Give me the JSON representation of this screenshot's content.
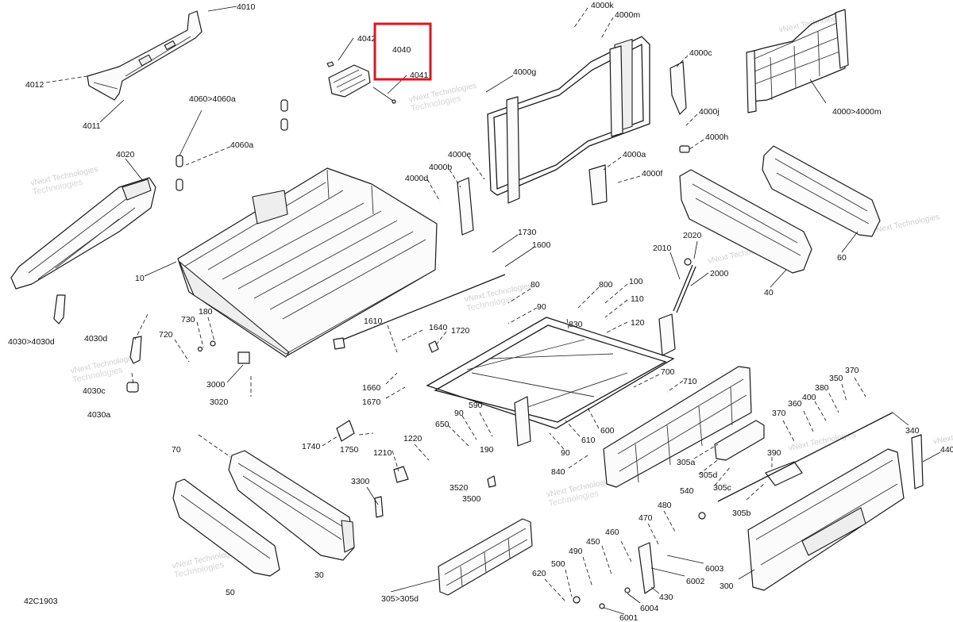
{
  "page_code": "42C1903",
  "watermark": {
    "line1": "vNext",
    "line2": "Technologies",
    "combined": "vNext Technologies"
  },
  "highlight": {
    "label": "4040",
    "color": "#e0141e"
  },
  "callouts": [
    {
      "id": "c4010",
      "text": "4010"
    },
    {
      "id": "c4012",
      "text": "4012"
    },
    {
      "id": "c4011",
      "text": "4011"
    },
    {
      "id": "c4042",
      "text": "4042"
    },
    {
      "id": "c4040",
      "text": "4040"
    },
    {
      "id": "c4041",
      "text": "4041"
    },
    {
      "id": "c4060a",
      "text": "4060>4060a"
    },
    {
      "id": "c4060a2",
      "text": "4060a"
    },
    {
      "id": "c4020",
      "text": "4020"
    },
    {
      "id": "c10",
      "text": "10"
    },
    {
      "id": "c4030d",
      "text": "4030>4030d"
    },
    {
      "id": "c4030d2",
      "text": "4030d"
    },
    {
      "id": "c4030c",
      "text": "4030c"
    },
    {
      "id": "c4030a",
      "text": "4030a"
    },
    {
      "id": "c730",
      "text": "730"
    },
    {
      "id": "c180",
      "text": "180"
    },
    {
      "id": "c720",
      "text": "720"
    },
    {
      "id": "c3000",
      "text": "3000"
    },
    {
      "id": "c3020",
      "text": "3020"
    },
    {
      "id": "c70",
      "text": "70"
    },
    {
      "id": "c30",
      "text": "30"
    },
    {
      "id": "c50",
      "text": "50"
    },
    {
      "id": "c1740",
      "text": "1740"
    },
    {
      "id": "c1750",
      "text": "1750"
    },
    {
      "id": "c1210",
      "text": "1210"
    },
    {
      "id": "c1220",
      "text": "1220"
    },
    {
      "id": "c3300",
      "text": "3300"
    },
    {
      "id": "c3520",
      "text": "3520"
    },
    {
      "id": "c3500",
      "text": "3500"
    },
    {
      "id": "c650",
      "text": "650"
    },
    {
      "id": "c90a",
      "text": "90"
    },
    {
      "id": "c590",
      "text": "590"
    },
    {
      "id": "c190",
      "text": "190"
    },
    {
      "id": "c1610",
      "text": "1610"
    },
    {
      "id": "c1640",
      "text": "1640"
    },
    {
      "id": "c1720",
      "text": "1720"
    },
    {
      "id": "c1660",
      "text": "1660"
    },
    {
      "id": "c1670",
      "text": "1670"
    },
    {
      "id": "c1730",
      "text": "1730"
    },
    {
      "id": "c1600",
      "text": "1600"
    },
    {
      "id": "c80",
      "text": "80"
    },
    {
      "id": "c90b",
      "text": "90"
    },
    {
      "id": "c800",
      "text": "800"
    },
    {
      "id": "c830",
      "text": "830"
    },
    {
      "id": "c100",
      "text": "100"
    },
    {
      "id": "c110",
      "text": "110"
    },
    {
      "id": "c120",
      "text": "120"
    },
    {
      "id": "c4000d",
      "text": "4000d"
    },
    {
      "id": "c4000b",
      "text": "4000b"
    },
    {
      "id": "c4000e",
      "text": "4000e"
    },
    {
      "id": "c4000g",
      "text": "4000g"
    },
    {
      "id": "c4000k",
      "text": "4000k"
    },
    {
      "id": "c4000m",
      "text": "4000m"
    },
    {
      "id": "c4000c",
      "text": "4000c"
    },
    {
      "id": "c4000j",
      "text": "4000j"
    },
    {
      "id": "c4000h",
      "text": "4000h"
    },
    {
      "id": "c4000a",
      "text": "4000a"
    },
    {
      "id": "c4000f",
      "text": "4000f"
    },
    {
      "id": "c4000m2",
      "text": "4000>4000m"
    },
    {
      "id": "c60",
      "text": "60"
    },
    {
      "id": "c40",
      "text": "40"
    },
    {
      "id": "c2020",
      "text": "2020"
    },
    {
      "id": "c2010",
      "text": "2010"
    },
    {
      "id": "c2000",
      "text": "2000"
    },
    {
      "id": "c700",
      "text": "700"
    },
    {
      "id": "c710",
      "text": "710"
    },
    {
      "id": "c600",
      "text": "600"
    },
    {
      "id": "c610",
      "text": "610"
    },
    {
      "id": "c90c",
      "text": "90"
    },
    {
      "id": "c840",
      "text": "840"
    },
    {
      "id": "c305a",
      "text": "305a"
    },
    {
      "id": "c305d",
      "text": "305d"
    },
    {
      "id": "c305c",
      "text": "305c"
    },
    {
      "id": "c305b",
      "text": "305b"
    },
    {
      "id": "c305d2",
      "text": "305>305d"
    },
    {
      "id": "c540",
      "text": "540"
    },
    {
      "id": "c390",
      "text": "390"
    },
    {
      "id": "c370a",
      "text": "370"
    },
    {
      "id": "c360",
      "text": "360"
    },
    {
      "id": "c400",
      "text": "400"
    },
    {
      "id": "c380",
      "text": "380"
    },
    {
      "id": "c350",
      "text": "350"
    },
    {
      "id": "c370b",
      "text": "370"
    },
    {
      "id": "c340",
      "text": "340"
    },
    {
      "id": "c440",
      "text": "440"
    },
    {
      "id": "c300",
      "text": "300"
    },
    {
      "id": "c480",
      "text": "480"
    },
    {
      "id": "c470",
      "text": "470"
    },
    {
      "id": "c460",
      "text": "460"
    },
    {
      "id": "c450",
      "text": "450"
    },
    {
      "id": "c490",
      "text": "490"
    },
    {
      "id": "c500",
      "text": "500"
    },
    {
      "id": "c620",
      "text": "620"
    },
    {
      "id": "c6003",
      "text": "6003"
    },
    {
      "id": "c6002",
      "text": "6002"
    },
    {
      "id": "c430",
      "text": "430"
    },
    {
      "id": "c6004",
      "text": "6004"
    },
    {
      "id": "c6001",
      "text": "6001"
    }
  ]
}
